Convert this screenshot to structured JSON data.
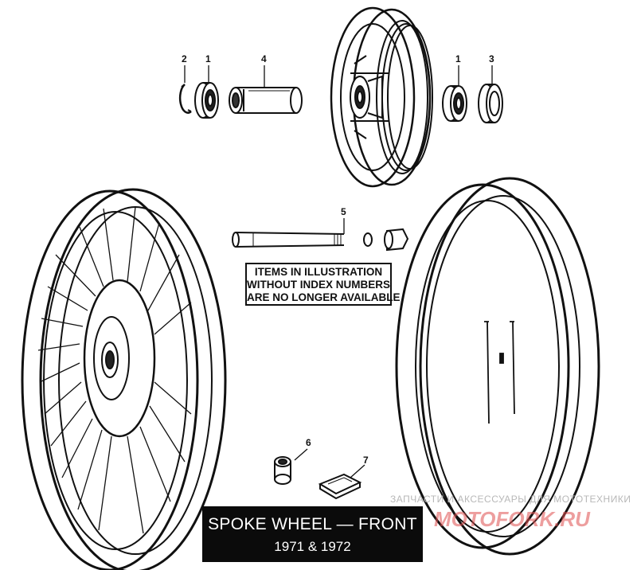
{
  "callouts": {
    "n2": "2",
    "n1a": "1",
    "n4": "4",
    "n1b": "1",
    "n3": "3",
    "n5": "5",
    "n6": "6",
    "n7": "7"
  },
  "notice": {
    "line1": "ITEMS IN ILLUSTRATION",
    "line2": "WITHOUT INDEX NUMBERS",
    "line3": "ARE NO LONGER AVAILABLE"
  },
  "title": {
    "line1": "SPOKE WHEEL — FRONT",
    "line2": "1971 & 1972"
  },
  "watermark": {
    "text": "ЗАПЧАСТИ И АКСЕССУАРЫ ДЛЯ МОТОТЕХНИКИ",
    "brand": "MOTOFORK.RU"
  }
}
